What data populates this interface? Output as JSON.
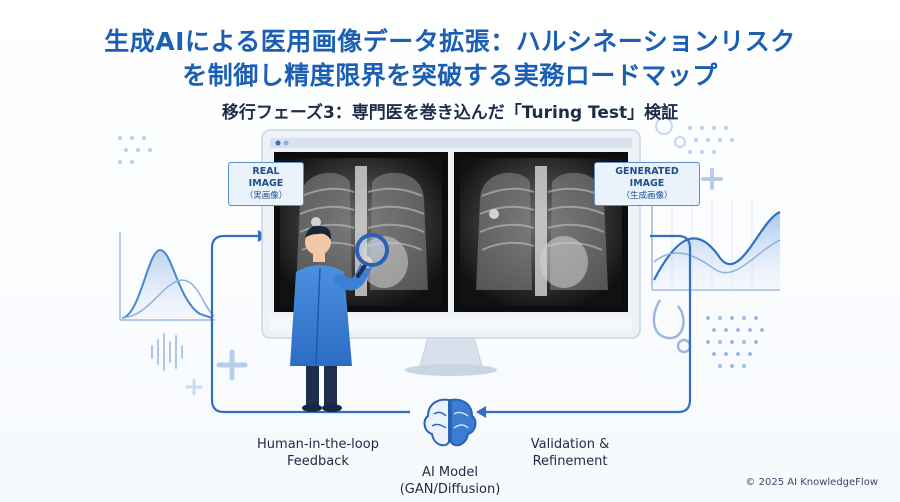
{
  "title_line1": "生成AIによる医用画像データ拡張：ハルシネーションリスク",
  "title_line2": "を制御し精度限界を突破する実務ロードマップ",
  "subtitle": "移行フェーズ3：専門医を巻き込んだ「Turing Test」検証",
  "real_image_tag": {
    "label": "REAL IMAGE",
    "sub": "（実画像）"
  },
  "generated_image_tag": {
    "label": "GENERATED IMAGE",
    "sub": "（生成画像）"
  },
  "feedback_label_line1": "Human-in-the-loop",
  "feedback_label_line2": "Feedback",
  "validation_label_line1": "Validation &",
  "validation_label_line2": "Refinement",
  "ai_model_label_line1": "AI Model",
  "ai_model_label_line2": "(GAN/Diffusion)",
  "copyright": "© 2025 AI KnowledgeFlow",
  "colors": {
    "primary_blue": "#1a5fb4",
    "light_blue": "#cfe0f5",
    "accent": "#2f6fc4"
  },
  "icons": [
    "doctor-figure",
    "magnifier-icon",
    "brain-icon",
    "stethoscope-icon",
    "plus-icon",
    "waveform-icon"
  ]
}
